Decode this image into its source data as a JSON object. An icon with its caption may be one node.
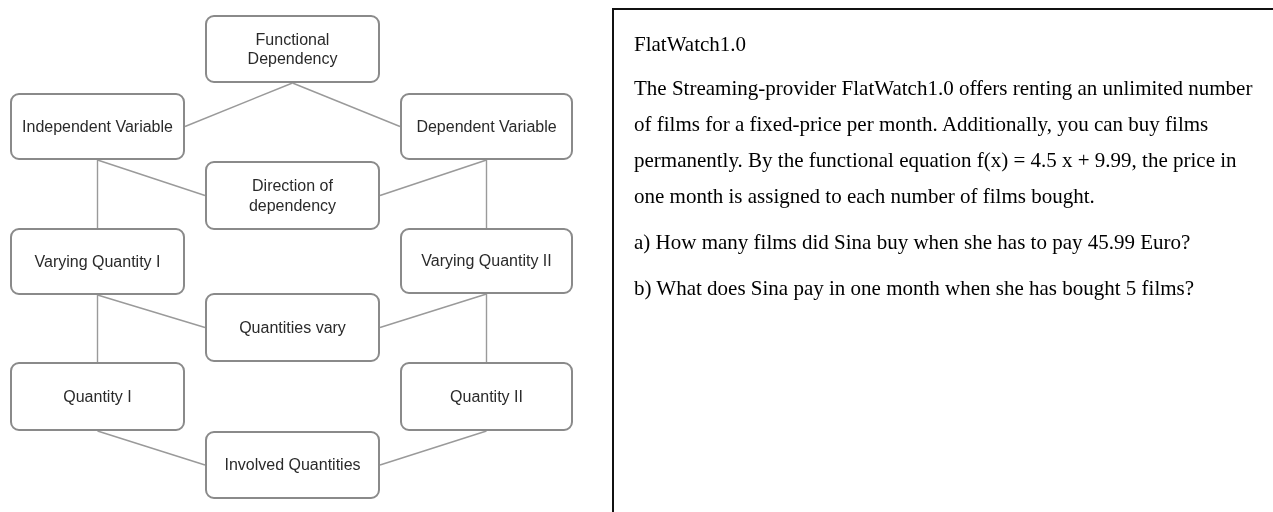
{
  "diagram": {
    "nodes": [
      {
        "text": [
          "Functional Dependency"
        ]
      },
      {
        "text": [
          "Independent Variable"
        ]
      },
      {
        "text": [
          "Dependent Variable"
        ]
      },
      {
        "text": [
          "Direction of dependency"
        ]
      },
      {
        "text": [
          "Varying Quantity I"
        ]
      },
      {
        "text": [
          "Varying Quantity II"
        ]
      },
      {
        "text": [
          "Quantities vary"
        ]
      },
      {
        "text": [
          "Quantity I"
        ]
      },
      {
        "text": [
          "Quantity II"
        ]
      },
      {
        "text": [
          "Involved Quantities"
        ]
      },
      {
        "text": [
          "FlatWatch1.0",
          "The Streaming-provider FlatWatch1.0 offers renting an unlimited number of films for a fixed-price per month. Additionally, you can buy films permanently. By the functional equation f(x) = 4.5 x + 9.99, the price in one month is assigned to each number of films bought.",
          "a) How many films did Sina buy when she has to pay 45.99 Euro?",
          "b) What does Sina pay in one month when she has bought 5 films?"
        ]
      }
    ],
    "edges": [
      {
        "from": 0,
        "to": 1,
        "arrow": "none"
      },
      {
        "from": 0,
        "to": 2,
        "arrow": "none"
      },
      {
        "from": 1,
        "to": 3,
        "arrow": "none"
      },
      {
        "from": 2,
        "to": 3,
        "arrow": "none"
      },
      {
        "from": 1,
        "to": 4,
        "arrow": "none"
      },
      {
        "from": 2,
        "to": 5,
        "arrow": "none"
      },
      {
        "from": 4,
        "to": 6,
        "arrow": "none"
      },
      {
        "from": 5,
        "to": 6,
        "arrow": "none"
      },
      {
        "from": 4,
        "to": 7,
        "arrow": "none"
      },
      {
        "from": 5,
        "to": 8,
        "arrow": "none"
      },
      {
        "from": 7,
        "to": 9,
        "arrow": "none"
      },
      {
        "from": 8,
        "to": 9,
        "arrow": "none"
      }
    ]
  }
}
